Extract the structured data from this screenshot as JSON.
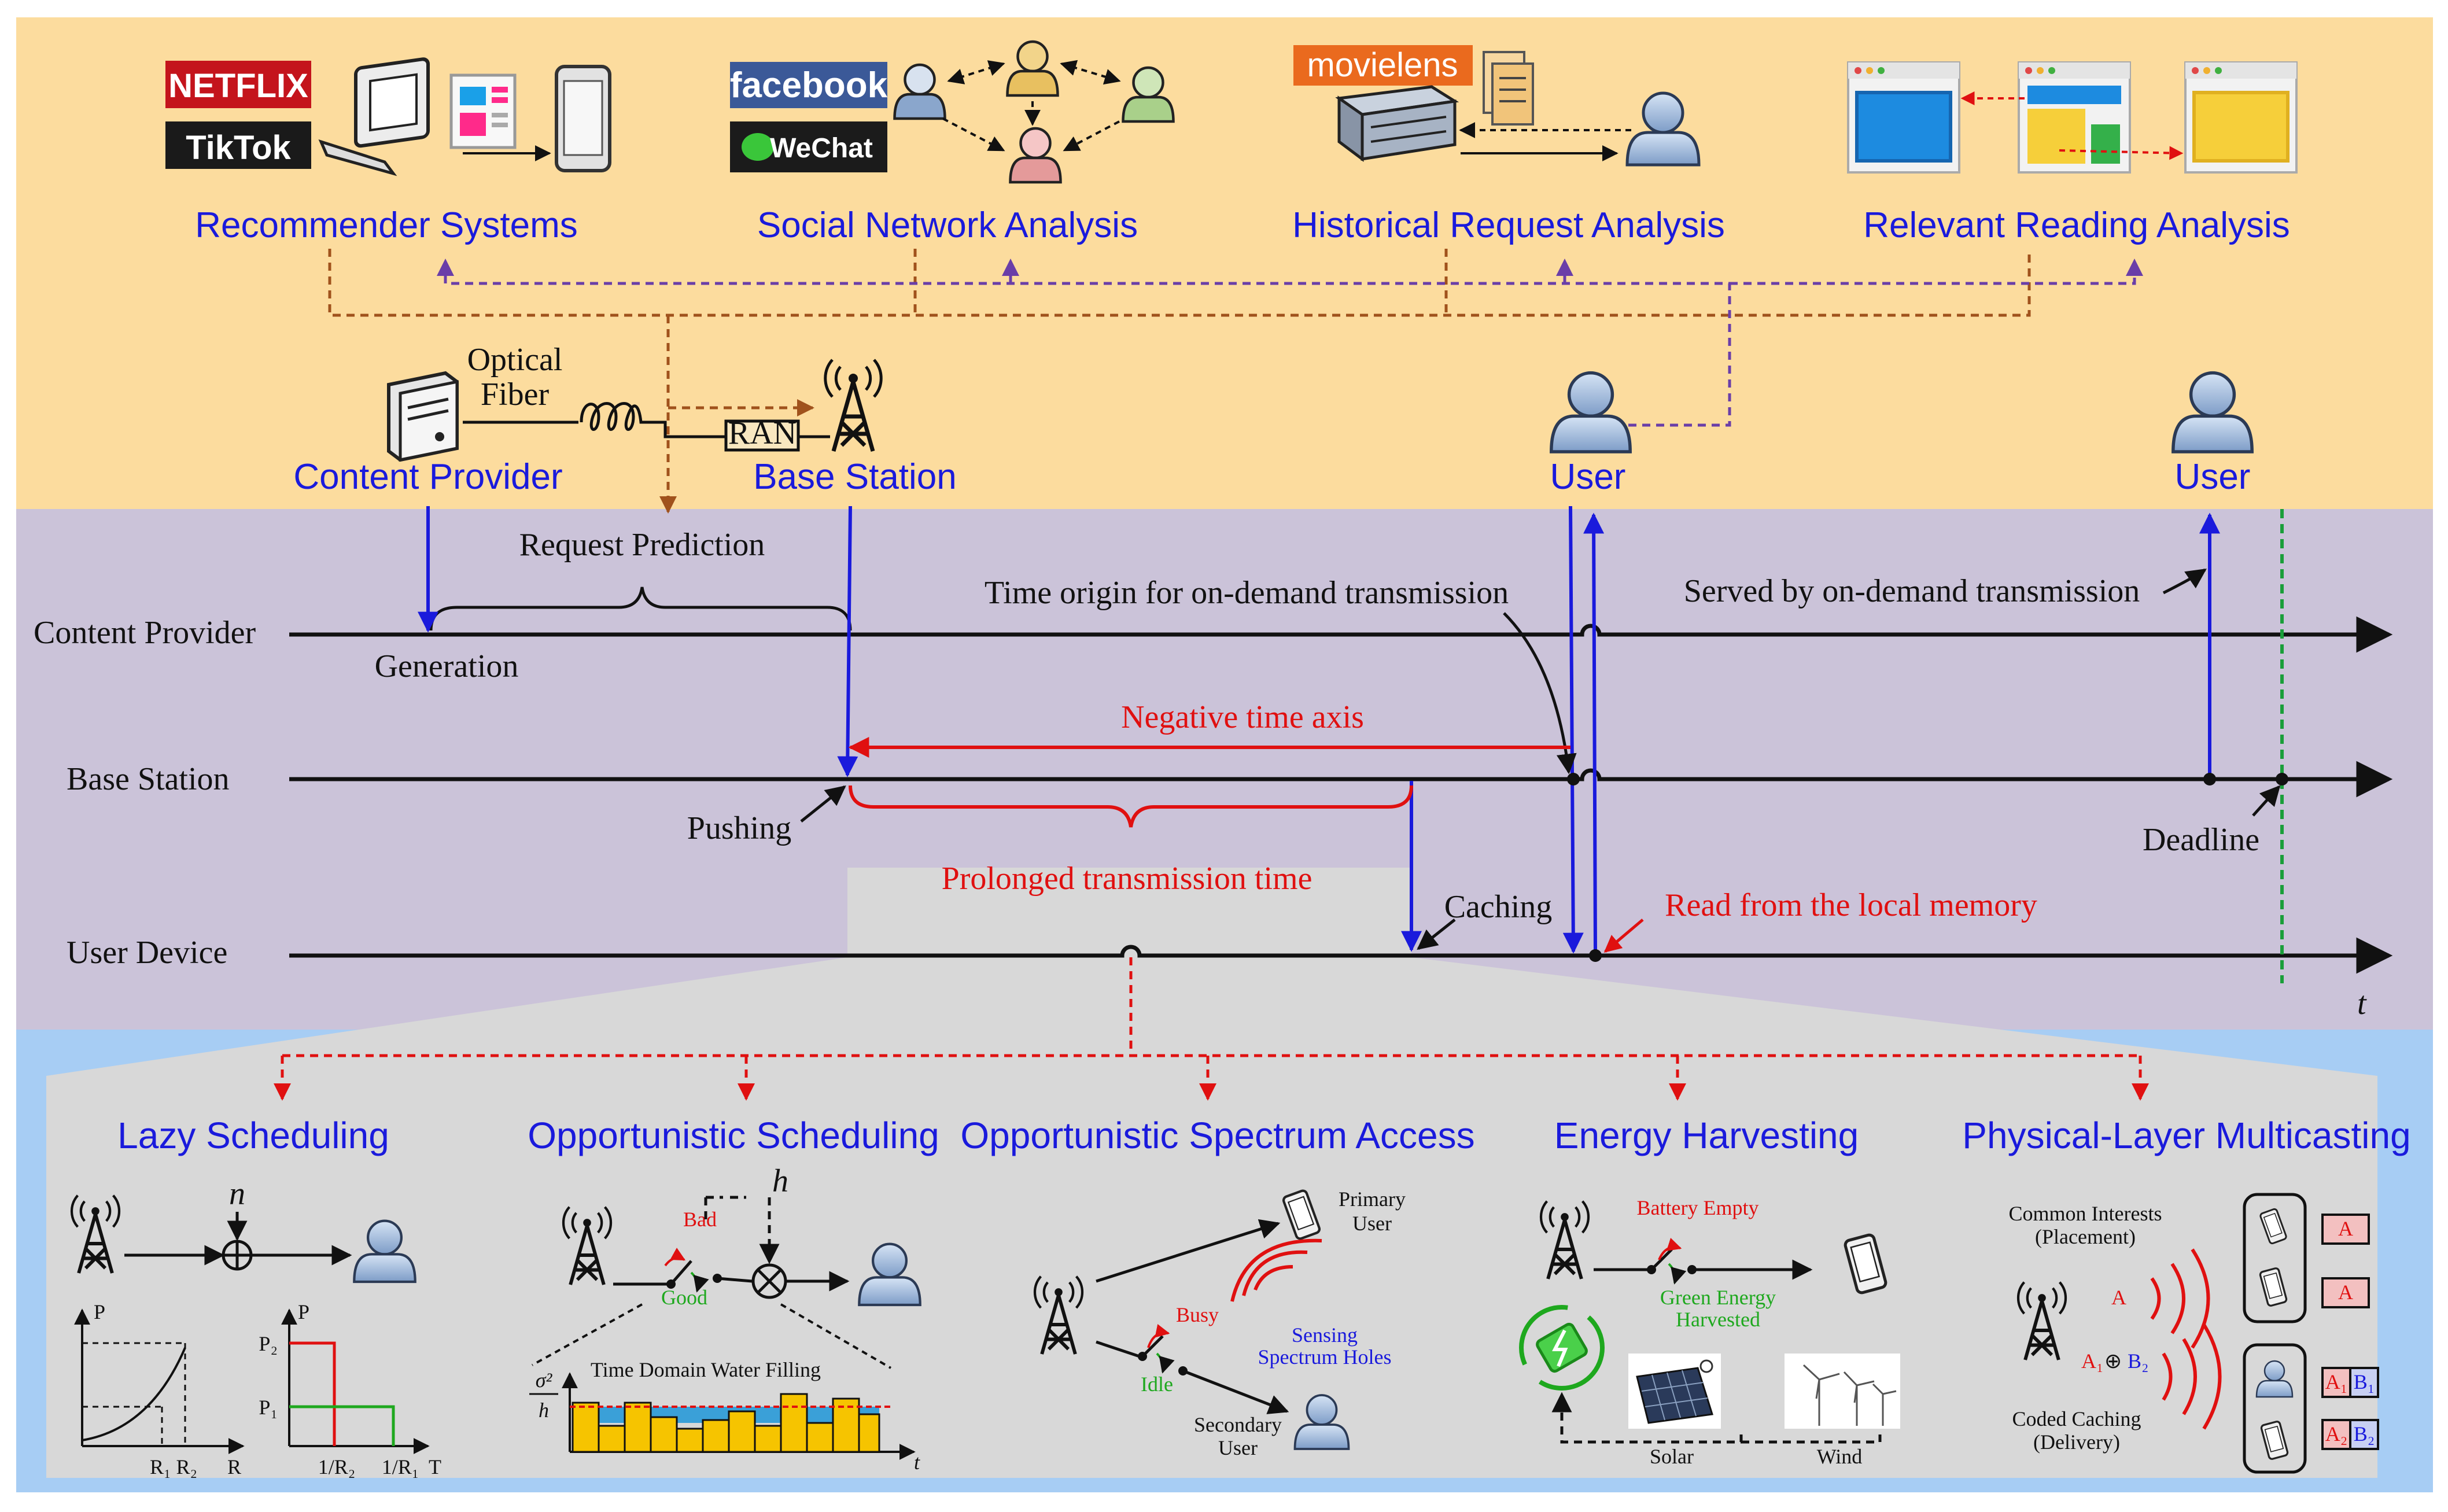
{
  "apps": {
    "recommender": "Recommender Systems",
    "social": "Social Network Analysis",
    "historical": "Historical Request Analysis",
    "relevant": "Relevant Reading Analysis"
  },
  "logos": {
    "netflix": "NETFLIX",
    "tiktok": "TikTok",
    "facebook": "facebook",
    "wechat": "WeChat",
    "movielens": "movielens"
  },
  "network": {
    "optical_fiber": "Optical Fiber",
    "optical": "Optical",
    "fiber": "Fiber",
    "ran": "RAN",
    "content_provider": "Content Provider",
    "base_station": "Base Station",
    "user1": "User",
    "user2": "User"
  },
  "timeline": {
    "rows": [
      "Content Provider",
      "Base Station",
      "User Device"
    ],
    "request_prediction": "Request Prediction",
    "generation": "Generation",
    "time_origin": "Time origin for on-demand transmission",
    "served": "Served by on-demand transmission",
    "negative_axis": "Negative time axis",
    "pushing": "Pushing",
    "prolonged": "Prolonged transmission time",
    "caching": "Caching",
    "read_local": "Read from the local memory",
    "deadline": "Deadline",
    "t": "t"
  },
  "techniques": {
    "lazy": "Lazy Scheduling",
    "opportunistic_sched": "Opportunistic Scheduling",
    "spectrum_access": "Opportunistic Spectrum Access",
    "energy": "Energy Harvesting",
    "multicast": "Physical-Layer Multicasting"
  },
  "lazy": {
    "n": "n",
    "p": "P",
    "p2": "P₂",
    "p1": "P₁",
    "r1r2": "R₁ R₂",
    "r": "R",
    "inv_r2": "1/R₂",
    "inv_r1": "1/R₁",
    "T": "T"
  },
  "opp_sched": {
    "h": "h",
    "bad": "Bad",
    "good": "Good",
    "water_filling": "Time Domain Water Filling",
    "sigma": "σ²",
    "h_den": "h",
    "t": "t"
  },
  "spectrum": {
    "primary": "Primary",
    "user_p": "User",
    "busy": "Busy",
    "idle": "Idle",
    "sensing": "Sensing",
    "holes": "Spectrum Holes",
    "secondary": "Secondary",
    "user_s": "User"
  },
  "energy_h": {
    "battery": "Battery Empty",
    "green": "Green Energy",
    "harvested": "Harvested",
    "solar": "Solar",
    "wind": "Wind"
  },
  "multicast_d": {
    "common": "Common Interests",
    "placement": "(Placement)",
    "a": "A",
    "a1": "A₁",
    "xor": "⊕",
    "b2": "B₂",
    "coded": "Coded Caching",
    "delivery": "(Delivery)",
    "box_a1": "A",
    "box_a2": "A",
    "box_A1": "A₁",
    "box_B1": "B₁",
    "box_A2": "A₂",
    "box_B2": "B₂"
  },
  "colors": {
    "top_band": "#fcdc9e",
    "mid_band": "#cbc3d9",
    "bottom_band": "#a7cdf4",
    "gray_panel": "#d8d8d8",
    "label_blue": "#1a1adc",
    "red": "#e01010",
    "green": "#1ea81e",
    "brown": "#a0521c",
    "purple": "#6a3ea8"
  }
}
